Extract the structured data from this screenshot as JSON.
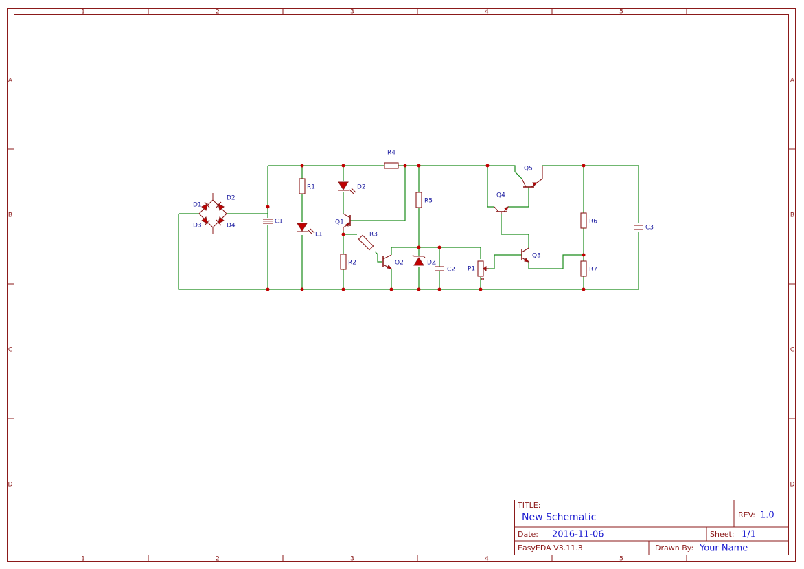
{
  "frame": {
    "columns": [
      "1",
      "2",
      "3",
      "4",
      "5"
    ],
    "rows": [
      "A",
      "B",
      "C",
      "D"
    ]
  },
  "components": {
    "D1": "D1",
    "D2": "D2",
    "D3": "D3",
    "D4": "D4",
    "C1": "C1",
    "C2": "C2",
    "C3": "C3",
    "R1": "R1",
    "R2": "R2",
    "R3": "R3",
    "R4": "R4",
    "R5": "R5",
    "R6": "R6",
    "R7": "R7",
    "L1": "L1",
    "DZ": "DZ",
    "P1": "P1",
    "Q1": "Q1",
    "Q2": "Q2",
    "Q3": "Q3",
    "Q4": "Q4",
    "Q5": "Q5"
  },
  "title_block": {
    "title_label": "TITLE:",
    "title": "New Schematic",
    "rev_label": "REV:",
    "rev": "1.0",
    "date_label": "Date:",
    "date": "2016-11-06",
    "sheet_label": "Sheet:",
    "sheet": "1/1",
    "software": "EasyEDA V3.11.3",
    "drawn_by_label": "Drawn By:",
    "drawn_by": "Your Name"
  },
  "colors": {
    "frame": "#8b1a1a",
    "wire": "#1a8c1a",
    "junction": "#c00000",
    "reference": "#1c1ca0",
    "title_value": "#1c1cd0"
  }
}
